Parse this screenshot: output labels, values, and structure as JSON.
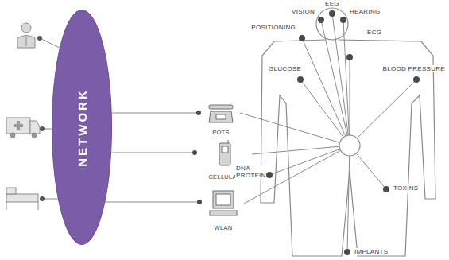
{
  "diagram": {
    "nodes": [
      {
        "text": [
          "NETWORK"
        ]
      },
      {
        "text": [
          "POTS"
        ]
      },
      {
        "text": [
          "CELLULAR"
        ]
      },
      {
        "text": [
          "WLAN"
        ]
      }
    ],
    "edges": [
      {
        "from": 0,
        "to": 1,
        "arrow": "none"
      },
      {
        "from": 0,
        "to": 2,
        "arrow": "none"
      },
      {
        "from": 0,
        "to": 3,
        "arrow": "none"
      }
    ],
    "labels": [
      "EEG",
      "VISION",
      "HEARING",
      "POSITIONING",
      "ECG",
      "GLUCOSE",
      "BLOOD PRESSURE",
      "DNA PROTEIN",
      "TOXINS",
      "IMPLANTS"
    ]
  }
}
